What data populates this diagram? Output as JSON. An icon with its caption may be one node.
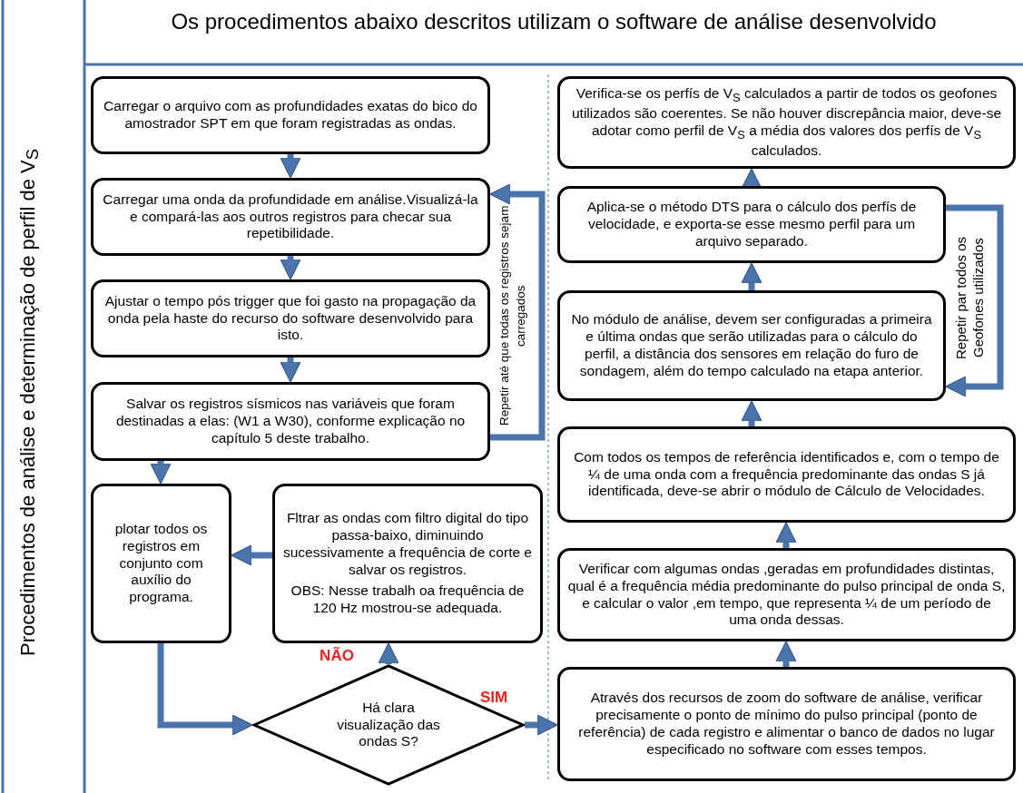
{
  "diagram": {
    "title": "Os procedimentos abaixo descritos utilizam o software de análise desenvolvido",
    "nodes": [
      {
        "text": [
          "Carregar o arquivo com as profundidades exatas do bico do amostrador SPT em que foram registradas as ondas."
        ]
      },
      {
        "text": [
          "Carregar uma onda da profundidade em análise.Visualizá-la e compará-las aos outros registros para checar sua repetibilidade."
        ]
      },
      {
        "text": [
          "Ajustar o tempo pós trigger que foi gasto na propagação da onda pela haste do recurso do software desenvolvido para isto."
        ]
      },
      {
        "text": [
          "Salvar os registros sísmicos nas variáveis que foram destinadas a elas: (W1 a W30), conforme explicação no capítulo 5 deste trabalho."
        ]
      },
      {
        "text": [
          "plotar todos os registros em conjunto com auxílio do programa."
        ]
      },
      {
        "text": [
          "Fltrar as ondas com filtro digital do tipo passa-baixo, diminuindo sucessivamente a frequência de corte e salvar os registros.",
          "OBS: Nesse trabalh oa frequência de 120 Hz mostrou-se adequada."
        ]
      },
      {
        "text": [
          "Há clara visualização das ondas S?"
        ]
      },
      {
        "text": [
          "Através dos recursos de zoom do software de análise, verificar precisamente o ponto de mínimo do pulso principal (ponto de referência) de cada registro e alimentar o banco de dados no lugar especificado no software com esses tempos."
        ]
      },
      {
        "text": [
          "Verificar com algumas ondas ,geradas em profundidades distintas, qual é a frequência média predominante do pulso principal de onda S, e calcular o valor ,em tempo, que representa ¼ de um período de uma onda dessas."
        ]
      },
      {
        "text": [
          "Com todos os tempos de referência identificados e, com o tempo de ¼ de uma onda com a frequência predominante das ondas S já identificada, deve-se abrir o módulo de Cálculo de Velocidades."
        ]
      },
      {
        "text": [
          "No módulo de análise, devem ser configuradas a primeira e última ondas que serão utilizadas para o cálculo do perfil, a distância dos sensores em relação do furo de sondagem, além do tempo calculado na etapa anterior."
        ]
      },
      {
        "text": [
          "Aplica-se o método DTS para o cálculo dos perfís de velocidade, e exporta-se esse mesmo perfil para um arquivo separado."
        ]
      },
      {
        "text": [
          "Verifica-se os perfís de V$_{S}$ calculados a partir de todos os geofones utilizados são coerentes. Se não houver discrepância maior, deve-se adotar como perfil de V$_{S}$ a média dos valores dos perfís de V$_{S}$ calculados."
        ]
      }
    ],
    "edges": [
      {
        "from": 0,
        "to": 1,
        "arrow": "to"
      },
      {
        "from": 1,
        "to": 2,
        "arrow": "to"
      },
      {
        "from": 2,
        "to": 3,
        "arrow": "to"
      },
      {
        "from": 3,
        "to": 4,
        "arrow": "to"
      },
      {
        "from": 3,
        "to": 1,
        "arrow": "to",
        "label": "Repetir até que todas os registros sejam carregados"
      },
      {
        "from": 5,
        "to": 4,
        "arrow": "to"
      },
      {
        "from": 4,
        "to": 6,
        "arrow": "to"
      },
      {
        "from": 6,
        "to": 5,
        "arrow": "to",
        "label": "NÃO"
      },
      {
        "from": 6,
        "to": 7,
        "arrow": "to",
        "label": "SIM"
      },
      {
        "from": 7,
        "to": 8,
        "arrow": "to"
      },
      {
        "from": 8,
        "to": 9,
        "arrow": "to"
      },
      {
        "from": 9,
        "to": 10,
        "arrow": "to"
      },
      {
        "from": 10,
        "to": 11,
        "arrow": "to"
      },
      {
        "from": 11,
        "to": 12,
        "arrow": "to"
      },
      {
        "from": 11,
        "to": 10,
        "arrow": "to",
        "label": "Repetir par todos os Geofones utilizados"
      }
    ],
    "labels": [
      "Procedimentos de análise e determinação de perfil de V$_{S}$"
    ]
  }
}
